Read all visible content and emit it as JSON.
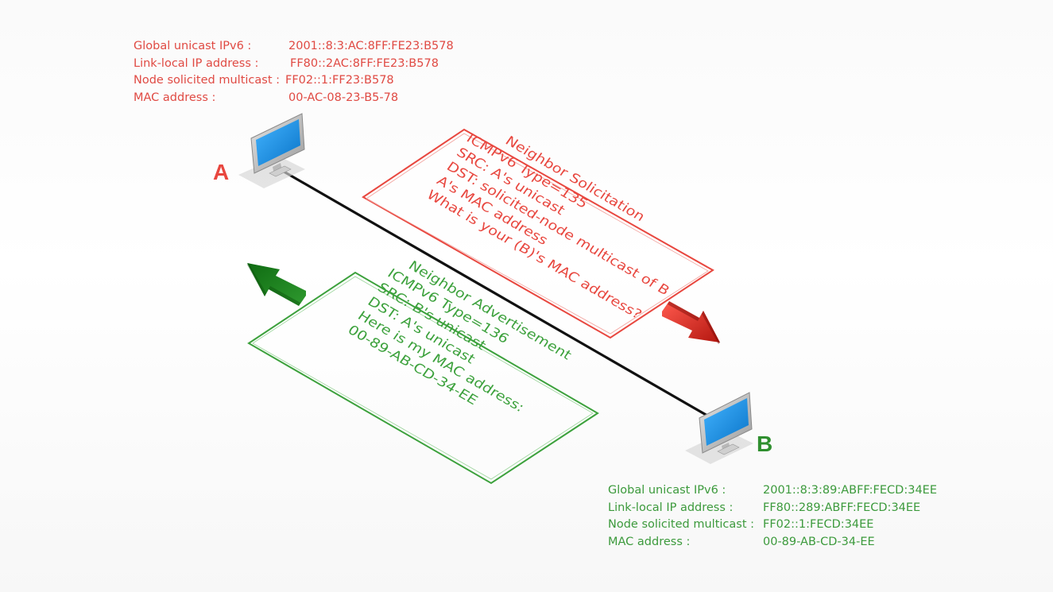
{
  "host_a": {
    "letter": "A",
    "info": [
      {
        "label": "Global unicast IPv6 :",
        "value": "2001::8:3:AC:8FF:FE23:B578"
      },
      {
        "label": "Link-local IP address :",
        "value": "FF80::2AC:8FF:FE23:B578"
      },
      {
        "label": "Node solicited multicast :",
        "value": "FF02::1:FF23:B578"
      },
      {
        "label": "MAC  address :",
        "value": "00-AC-08-23-B5-78"
      }
    ]
  },
  "host_b": {
    "letter": "B",
    "info": [
      {
        "label": "Global unicast IPv6 :",
        "value": "2001::8:3:89:ABFF:FECD:34EE"
      },
      {
        "label": "Link-local IP address :",
        "value": "FF80::289:ABFF:FECD:34EE"
      },
      {
        "label": "Node solicited multicast :",
        "value": "FF02::1:FECD:34EE"
      },
      {
        "label": "MAC  address :",
        "value": "00-89-AB-CD-34-EE"
      }
    ]
  },
  "neighbor_solicitation": {
    "title": "Neighbor Solicitation",
    "lines": [
      "ICMPv6 Type=135",
      "SRC: A's unicast",
      "DST: solicited-node multicast of B",
      "A's MAC address",
      "What is your (B)'s MAC address?"
    ]
  },
  "neighbor_advertisement": {
    "title": "Neighbor Advertisement",
    "lines": [
      "ICMPv6 Type=136",
      "SRC: B's unicast",
      "DST: A's unicast",
      "Here is my MAC address:",
      "00-89-AB-CD-34-EE"
    ]
  },
  "colors": {
    "request": "#e8473f",
    "reply": "#3ca13c",
    "link": "#111111",
    "screen": "#1a8fe0"
  },
  "icons": {
    "computer_a": "computer-monitor-icon",
    "computer_b": "computer-monitor-icon",
    "arrow_request": "red-arrow-icon",
    "arrow_reply": "green-arrow-icon"
  }
}
